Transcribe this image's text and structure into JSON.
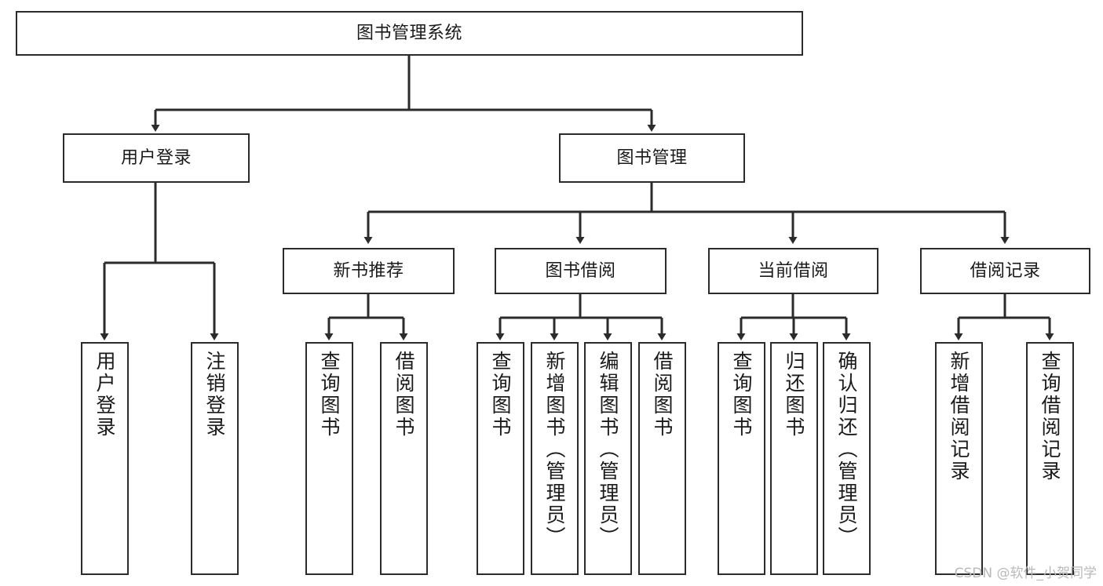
{
  "diagram": {
    "type": "tree-hierarchy-chart",
    "title": "图书管理系统",
    "stroke_color": "#2b2b2b",
    "background_color": "#ffffff",
    "root": {
      "label": "图书管理系统",
      "children": [
        {
          "label": "用户登录",
          "children": [
            {
              "label": "用户登录"
            },
            {
              "label": "注销登录"
            }
          ]
        },
        {
          "label": "图书管理",
          "children": [
            {
              "label": "新书推荐",
              "children": [
                {
                  "label": "查询图书"
                },
                {
                  "label": "借阅图书"
                }
              ]
            },
            {
              "label": "图书借阅",
              "children": [
                {
                  "label": "查询图书"
                },
                {
                  "label": "新增图书（管理员）"
                },
                {
                  "label": "编辑图书（管理员）"
                },
                {
                  "label": "借阅图书"
                }
              ]
            },
            {
              "label": "当前借阅",
              "children": [
                {
                  "label": "查询图书"
                },
                {
                  "label": "归还图书"
                },
                {
                  "label": "确认归还（管理员）"
                }
              ]
            },
            {
              "label": "借阅记录",
              "children": [
                {
                  "label": "新增借阅记录"
                },
                {
                  "label": "查询借阅记录"
                }
              ]
            }
          ]
        }
      ]
    },
    "nodes": {
      "root": "图书管理系统",
      "l1": {
        "user_login": "用户登录",
        "book_manage": "图书管理"
      },
      "l2": {
        "new_book_rec": "新书推荐",
        "book_borrow": "图书借阅",
        "current_borrow": "当前借阅",
        "borrow_record": "借阅记录"
      },
      "leaves": {
        "user_login_1": "用户登录",
        "user_login_2": "注销登录",
        "rec_1": "查询图书",
        "rec_2": "借阅图书",
        "borrow_1": "查询图书",
        "borrow_2": "新增图书（管理员）",
        "borrow_3": "编辑图书（管理员）",
        "borrow_4": "借阅图书",
        "cur_1": "查询图书",
        "cur_2": "归还图书",
        "cur_3": "确认归还（管理员）",
        "rec2_1": "新增借阅记录",
        "rec2_2": "查询借阅记录"
      }
    }
  },
  "watermark": {
    "text": "CSDN @软件_小贺同学"
  }
}
